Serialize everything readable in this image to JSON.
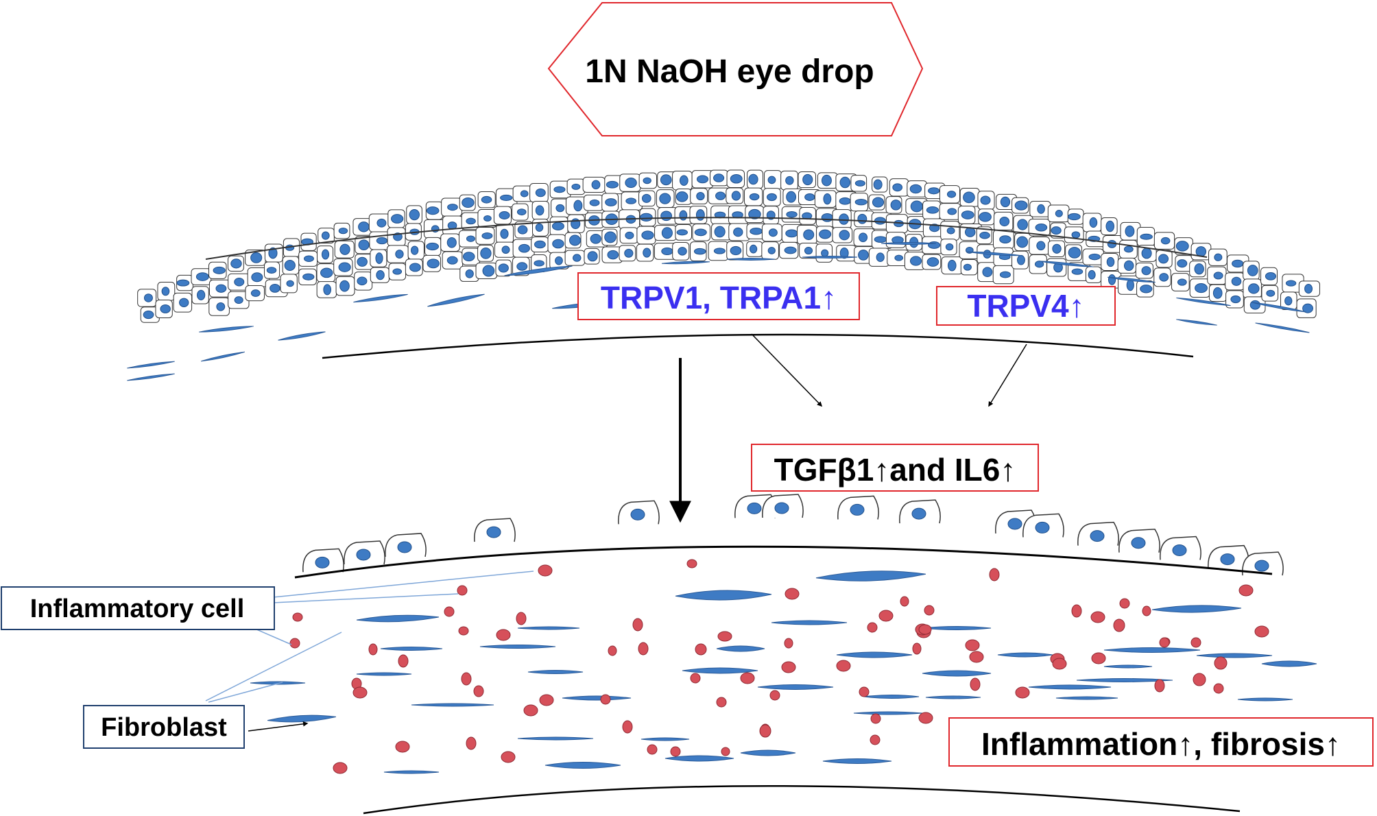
{
  "stimulus": {
    "label": "1N NaOH eye drop",
    "border_color": "#e0262b"
  },
  "channels": {
    "left_label": "TRPV1, TRPA1↑",
    "right_label": "TRPV4↑",
    "text_color": "#3a2ff0",
    "border_color": "#e0262b"
  },
  "cytokines": {
    "label": "TGFβ1↑and IL6↑",
    "border_color": "#e0262b"
  },
  "outcome": {
    "label": "Inflammation↑, fibrosis↑",
    "border_color": "#e0262b"
  },
  "legend": {
    "inflammatory_cell": "Inflammatory cell",
    "fibroblast": "Fibroblast",
    "box_color": "#1f3f6e"
  },
  "colors": {
    "fibroblast_fill": "#3e7bc4",
    "inflammatory_fill": "#d6505a",
    "cell_outline": "#333333",
    "pointer_line": "#7ea6d8"
  },
  "icons": [
    "epithelium-cell",
    "fibroblast-cell",
    "inflammatory-cell",
    "down-arrow"
  ]
}
